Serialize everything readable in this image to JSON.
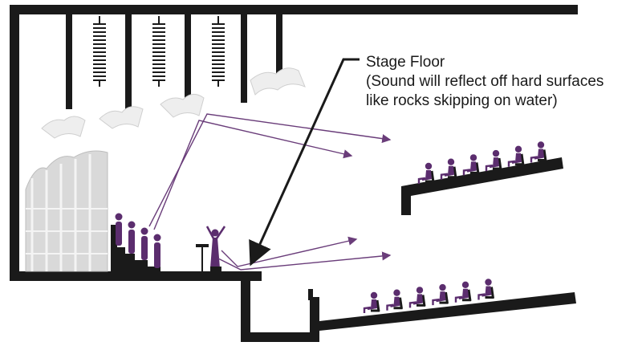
{
  "callout": {
    "title": "Stage Floor",
    "line1": "(Sound will reflect off hard surfaces",
    "line2": "like rocks skipping on water)"
  },
  "colors": {
    "structure": "#1a1a1a",
    "people": "#5b2d6e",
    "sound_paths": "#6a3d7a",
    "reflector": "#eeeeee",
    "shell": "#d9d9d9"
  },
  "icons": {
    "singer": "figure-arms-raised-icon",
    "choir": "choir-member-icon",
    "audience": "seated-person-icon",
    "conductor_stand": "music-stand-icon"
  }
}
